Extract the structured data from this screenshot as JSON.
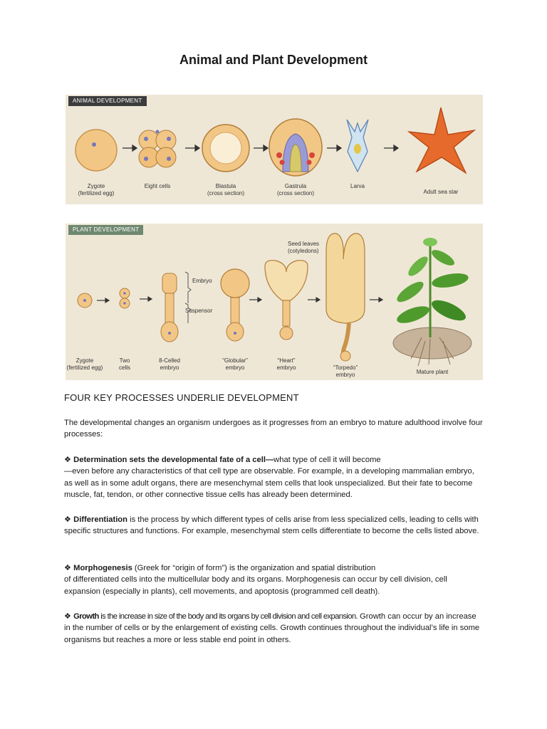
{
  "title": "Animal and Plant Development",
  "animal": {
    "tag": "ANIMAL DEVELOPMENT",
    "stages": [
      {
        "line1": "Zygote",
        "line2": "(fertilized egg)"
      },
      {
        "line1": "Eight cells",
        "line2": ""
      },
      {
        "line1": "Blastula",
        "line2": "(cross section)"
      },
      {
        "line1": "Gastrula",
        "line2": "(cross section)"
      },
      {
        "line1": "Larva",
        "line2": ""
      },
      {
        "line1": "Adult sea star",
        "line2": ""
      }
    ]
  },
  "plant": {
    "tag": "PLANT DEVELOPMENT",
    "stages": [
      {
        "line1": "Zygote",
        "line2": "(fertilized egg)"
      },
      {
        "line1": "Two",
        "line2": "cells"
      },
      {
        "line1": "8-Celled",
        "line2": "embryo"
      },
      {
        "line1": "“Globular”",
        "line2": "embryo"
      },
      {
        "line1": "“Heart”",
        "line2": "embryo"
      },
      {
        "line1": "“Torpedo”",
        "line2": "embryo"
      },
      {
        "line1": "Mature plant",
        "line2": ""
      }
    ],
    "labels": {
      "embryo": "Embryo",
      "suspensor": "Suspensor",
      "seed_leaves_1": "Seed leaves",
      "seed_leaves_2": "(cotyledons)"
    }
  },
  "section_heading": "FOUR KEY PROCESSES UNDERLIE DEVELOPMENT",
  "intro": "The developmental changes an organism undergoes as it progresses from an embryo to mature adulthood involve four processes:",
  "bullet_symbol": "❖",
  "processes": [
    {
      "term": "Determination sets the developmental fate of a cell—",
      "text": "what type of cell it will become",
      "text2": "—even before any characteristics of that cell type are observable. For example, in a developing mammalian embryo, as well as in some adult organs, there are mesenchymal stem cells that look unspecialized. But their fate to become muscle, fat, tendon, or other connective tissue cells has already been determined."
    },
    {
      "term": "Differentiation",
      "text": " is the process by which different types of cells arise from less specialized cells, leading to cells with specific structures and functions. For example, mesenchymal stem cells differentiate to become the cells listed above.",
      "text2": ""
    },
    {
      "term": "Morphogenesis",
      "text": " (Greek for “origin of form”) is the organization and spatial distribution",
      "text2": "of differentiated cells into the multicellular body and its organs. Morphogenesis can occur by cell division, cell expansion (especially in plants), cell movements, and apoptosis (programmed cell death)."
    },
    {
      "term": "Growth",
      "text": " is the increase in size of the body and its organs by cell division and cell expansion.",
      "text2": " Growth can occur by an increase in the number of cells or by the enlargement of existing cells. Growth continues throughout the individual’s life in some organisms but reaches a more or less stable end point in others."
    }
  ]
}
